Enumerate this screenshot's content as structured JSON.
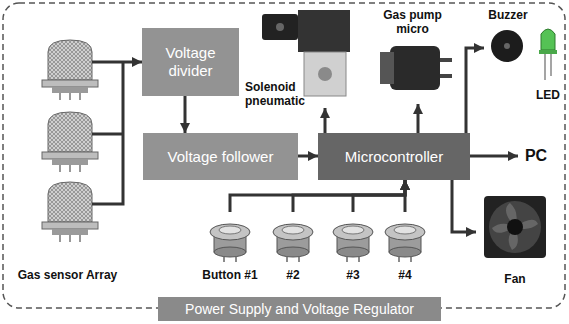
{
  "diagram": {
    "nodes": [
      {
        "text": [
          "Gas sensor Array"
        ]
      },
      {
        "text": [
          "Voltage divider"
        ]
      },
      {
        "text": [
          "Voltage follower"
        ]
      },
      {
        "text": [
          "Solenoid pneumatic"
        ]
      },
      {
        "text": [
          "Gas pump micro"
        ]
      },
      {
        "text": [
          "Buzzer"
        ]
      },
      {
        "text": [
          "LED"
        ]
      },
      {
        "text": [
          "Microcontroller"
        ]
      },
      {
        "text": [
          "PC"
        ]
      },
      {
        "text": [
          "Button #1"
        ]
      },
      {
        "text": [
          "#2"
        ]
      },
      {
        "text": [
          "#3"
        ]
      },
      {
        "text": [
          "#4"
        ]
      },
      {
        "text": [
          "Fan"
        ]
      },
      {
        "text": [
          "Power Supply and Voltage Regulator"
        ]
      }
    ],
    "edges": [
      {
        "from": 0,
        "to": 1,
        "arrow": "to"
      },
      {
        "from": 1,
        "to": 2,
        "arrow": "to"
      },
      {
        "from": 2,
        "to": 7,
        "arrow": "to"
      },
      {
        "from": 7,
        "to": 3,
        "arrow": "to"
      },
      {
        "from": 7,
        "to": 4,
        "arrow": "to"
      },
      {
        "from": 7,
        "to": 5,
        "arrow": "to"
      },
      {
        "from": 7,
        "to": 8,
        "arrow": "to"
      },
      {
        "from": 7,
        "to": 13,
        "arrow": "to"
      },
      {
        "from": 9,
        "to": 7,
        "arrow": "to"
      },
      {
        "from": 10,
        "to": 7,
        "arrow": "to"
      },
      {
        "from": 11,
        "to": 7,
        "arrow": "to"
      },
      {
        "from": 12,
        "to": 7,
        "arrow": "to"
      }
    ]
  }
}
